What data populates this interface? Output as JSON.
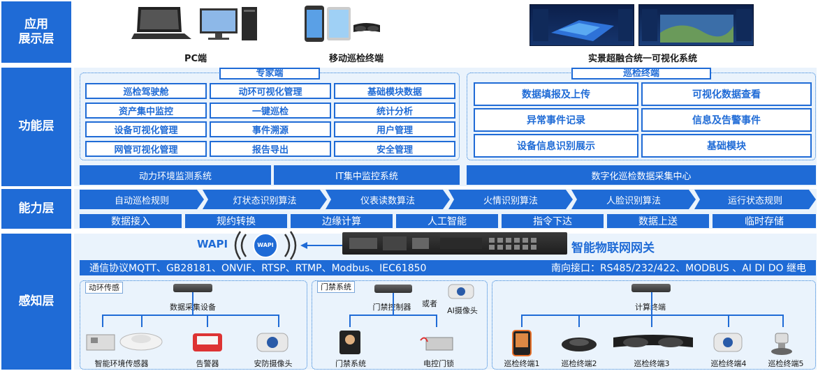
{
  "layers": {
    "app": "应用\n展示层",
    "func": "功能层",
    "cap": "能力层",
    "sense": "感知层"
  },
  "app_items": [
    "PC端",
    "移动巡检终端",
    "实景超融合统一可视化系统"
  ],
  "expert": {
    "title": "专家端",
    "items": [
      "巡检驾驶舱",
      "动环可视化管理",
      "基础模块数据",
      "资产集中监控",
      "一键巡检",
      "统计分析",
      "设备可视化管理",
      "事件溯源",
      "用户管理",
      "网管可视化管理",
      "报告导出",
      "安全管理"
    ]
  },
  "terminal": {
    "title": "巡检终端",
    "items": [
      "数据填报及上传",
      "可视化数据查看",
      "异常事件记录",
      "信息及告警事件",
      "设备信息识别展示",
      "基础模块"
    ]
  },
  "systems": [
    "动力环境监测系统",
    "IT集中监控系统",
    "数字化巡检数据采集中心"
  ],
  "algorithms": [
    "自动巡检规则",
    "灯状态识别算法",
    "仪表读数算法",
    "火情识别算法",
    "人脸识别算法",
    "运行状态规则"
  ],
  "capabilities": [
    "数据接入",
    "规约转换",
    "边缘计算",
    "人工智能",
    "指令下达",
    "数据上送",
    "临时存储"
  ],
  "gateway": {
    "wapi": "WAPI",
    "wapi_badge": "WAPI",
    "name": "智能物联网网关"
  },
  "protocols": {
    "left": "通信协议MQTT、GB28181、ONVIF、RTSP、RTMP、Modbus、IEC61850",
    "right": "南向接口：RS485/232/422、MODBUS 、AI DI DO 继电"
  },
  "groups": {
    "env": {
      "title": "动环传感",
      "hub": "数据采集设备",
      "devices": [
        "智能环境传感器",
        "告警器",
        "安防摄像头"
      ]
    },
    "door": {
      "title": "门禁系统",
      "hub": "门禁控制器",
      "or": "或者",
      "alt": "AI摄像头",
      "devices": [
        "门禁系统",
        "电控门锁"
      ]
    },
    "patrol": {
      "hub": "计算终端",
      "devices": [
        "巡检终端1",
        "巡检终端2",
        "巡检终端3",
        "巡检终端4",
        "巡检终端5"
      ]
    }
  },
  "colors": {
    "primary": "#1f6bd6",
    "band": "#eaf3fc"
  }
}
